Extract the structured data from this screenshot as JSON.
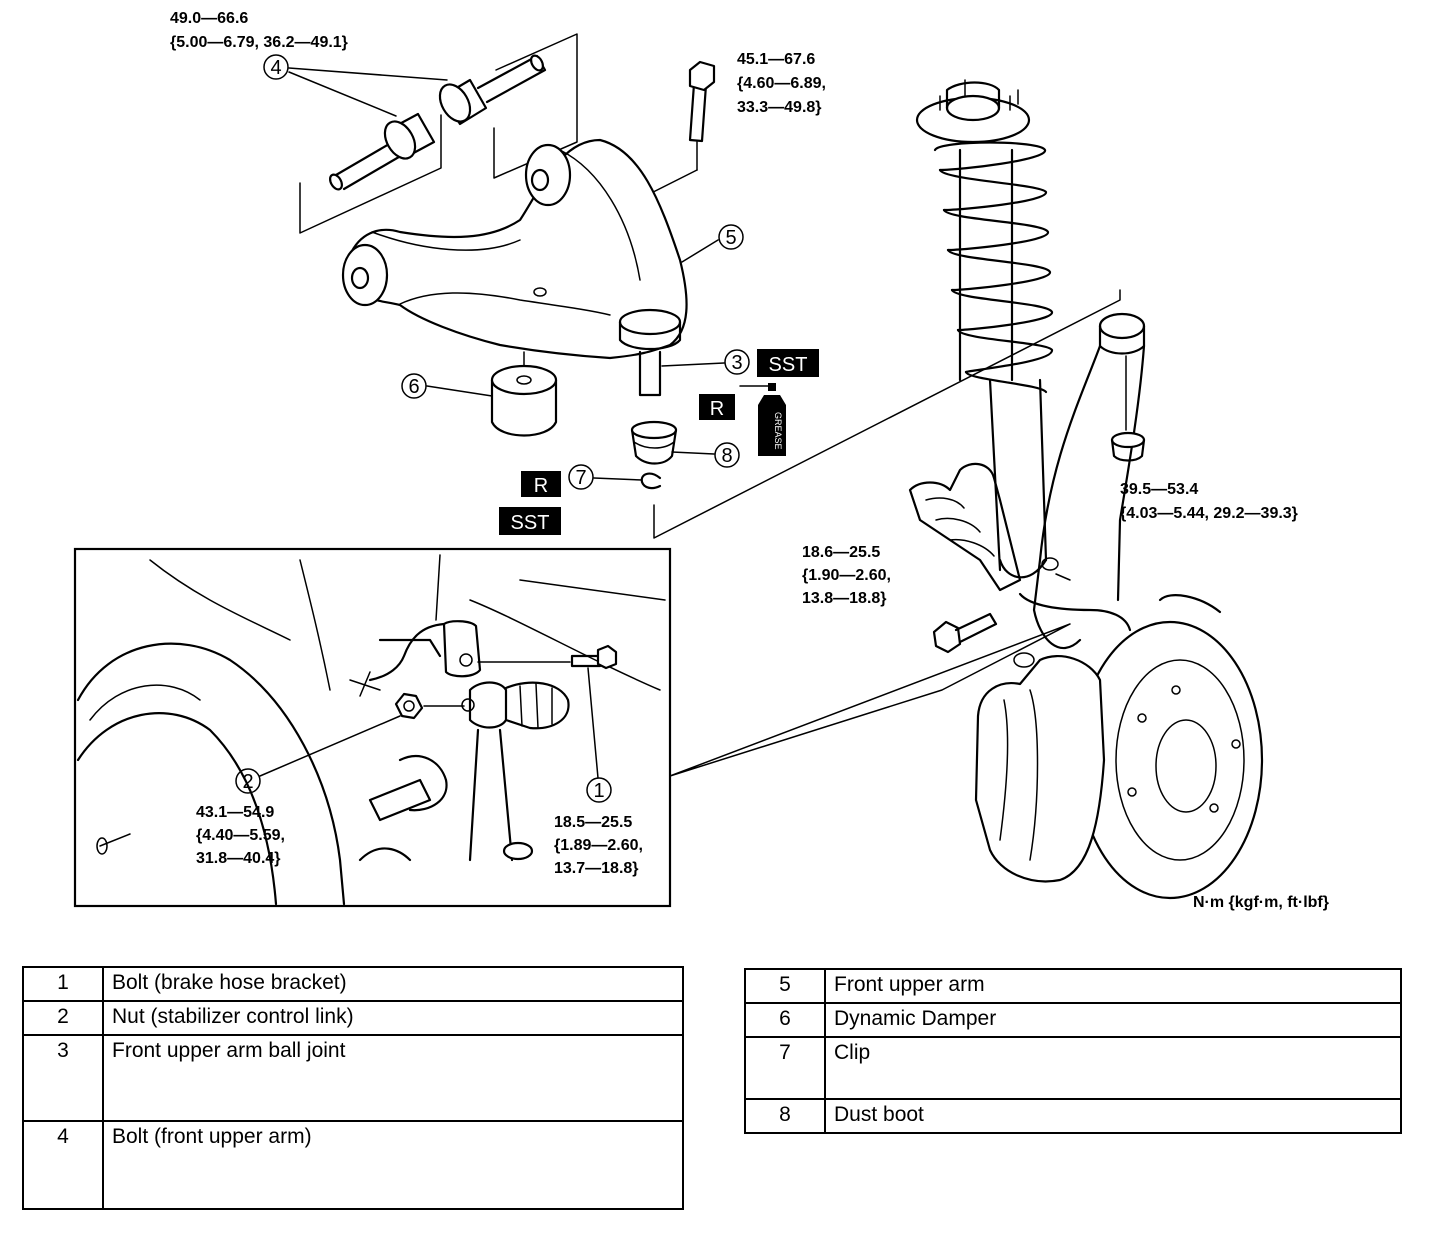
{
  "torque_specs": {
    "upper_arm_bolt": [
      "49.0—66.6",
      "{5.00—6.79, 36.2—49.1}"
    ],
    "ball_joint_bolt": [
      "45.1—67.6",
      "{4.60—6.89,",
      "33.3—49.8}"
    ],
    "knuckle_nut": [
      "39.5—53.4",
      "{4.03—5.44, 29.2—39.3}"
    ],
    "hose_bolt_large": [
      "18.6—25.5",
      "{1.90—2.60,",
      "13.8—18.8}"
    ],
    "stabilizer_nut": [
      "43.1—54.9",
      "{4.40—5.59,",
      "31.8—40.4}"
    ],
    "bracket_bolt": [
      "18.5—25.5",
      "{1.89—2.60,",
      "13.7—18.8}"
    ]
  },
  "units_label": "N·m {kgf·m, ft·lbf}",
  "callouts": [
    "1",
    "2",
    "3",
    "4",
    "5",
    "6",
    "7",
    "8"
  ],
  "tags": {
    "sst": "SST",
    "replace": "R",
    "grease": "GREASE"
  },
  "parts_left": [
    {
      "num": "1",
      "name": "Bolt (brake hose bracket)"
    },
    {
      "num": "2",
      "name": "Nut (stabilizer control link)"
    },
    {
      "num": "3",
      "name": "Front upper arm ball joint"
    },
    {
      "num": "4",
      "name": "Bolt (front upper arm)"
    }
  ],
  "parts_right": [
    {
      "num": "5",
      "name": "Front upper arm"
    },
    {
      "num": "6",
      "name": "Dynamic Damper"
    },
    {
      "num": "7",
      "name": "Clip"
    },
    {
      "num": "8",
      "name": "Dust boot"
    }
  ]
}
